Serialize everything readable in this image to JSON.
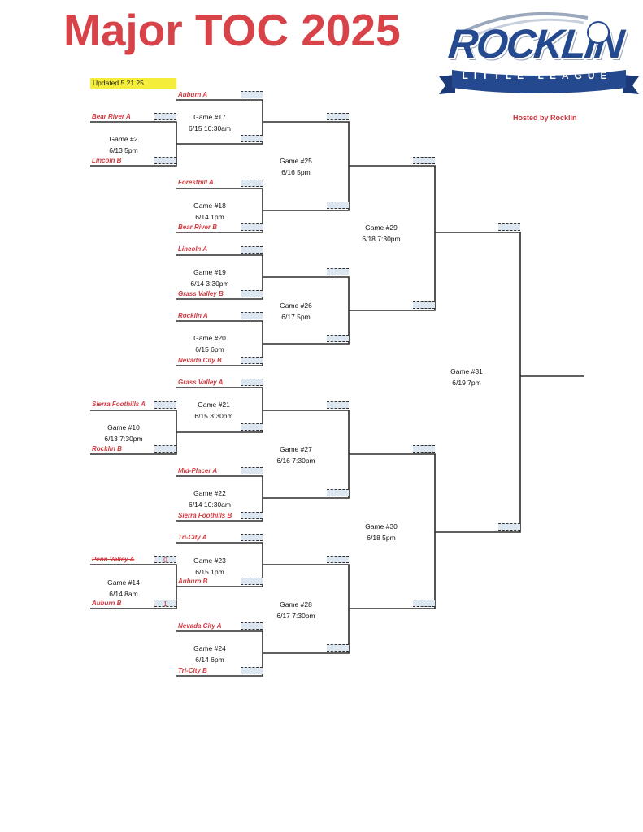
{
  "title": "Major TOC 2025",
  "updated": "Updated 5.21.25",
  "hosted": "Hosted by Rocklin",
  "logo": {
    "word": "ROCKLIN",
    "banner": "LITTLE LEAGUE"
  },
  "colors": {
    "title": "#d8434a",
    "team": "#d03a40",
    "logo_blue": "#24498f",
    "highlight": "#f4ee3a",
    "score_box": "#dde7f2"
  },
  "teams": {
    "auburn_a": "Auburn A",
    "bear_river_a": "Bear River A",
    "lincoln_b": "Lincoln B",
    "foresthill_a": "Foresthill A",
    "bear_river_b": "Bear River B",
    "lincoln_a": "Lincoln A",
    "grass_valley_b": "Grass Valley B",
    "rocklin_a": "Rocklin A",
    "nevada_city_b": "Nevada City B",
    "grass_valley_a": "Grass Valley A",
    "sierra_foothills_a": "Sierra Foothills A",
    "rocklin_b": "Rocklin B",
    "mid_placer_a": "Mid-Placer A",
    "sierra_foothills_b": "Sierra Foothills B",
    "tri_city_a": "Tri-City A",
    "penn_valley_a": "Penn Valley A",
    "auburn_b_w": "Auburn B",
    "auburn_b": "Auburn B",
    "nevada_city_a": "Nevada City A",
    "tri_city_b": "Tri-City B"
  },
  "scores": {
    "penn_valley_a": "0",
    "auburn_b": "1"
  },
  "games": {
    "g2": {
      "name": "Game #2",
      "when": "6/13 5pm"
    },
    "g10": {
      "name": "Game #10",
      "when": "6/13 7:30pm"
    },
    "g14": {
      "name": "Game #14",
      "when": "6/14 8am"
    },
    "g17": {
      "name": "Game #17",
      "when": "6/15 10:30am"
    },
    "g18": {
      "name": "Game #18",
      "when": "6/14 1pm"
    },
    "g19": {
      "name": "Game #19",
      "when": "6/14 3:30pm"
    },
    "g20": {
      "name": "Game #20",
      "when": "6/15 6pm"
    },
    "g21": {
      "name": "Game #21",
      "when": "6/15 3:30pm"
    },
    "g22": {
      "name": "Game #22",
      "when": "6/14 10:30am"
    },
    "g23": {
      "name": "Game #23",
      "when": "6/15 1pm"
    },
    "g24": {
      "name": "Game #24",
      "when": "6/14 6pm"
    },
    "g25": {
      "name": "Game #25",
      "when": "6/16 5pm"
    },
    "g26": {
      "name": "Game #26",
      "when": "6/17 5pm"
    },
    "g27": {
      "name": "Game #27",
      "when": "6/16 7:30pm"
    },
    "g28": {
      "name": "Game #28",
      "when": "6/17 7:30pm"
    },
    "g29": {
      "name": "Game #29",
      "when": "6/18 7:30pm"
    },
    "g30": {
      "name": "Game #30",
      "when": "6/18 5pm"
    },
    "g31": {
      "name": "Game #31",
      "when": "6/19 7pm"
    }
  }
}
